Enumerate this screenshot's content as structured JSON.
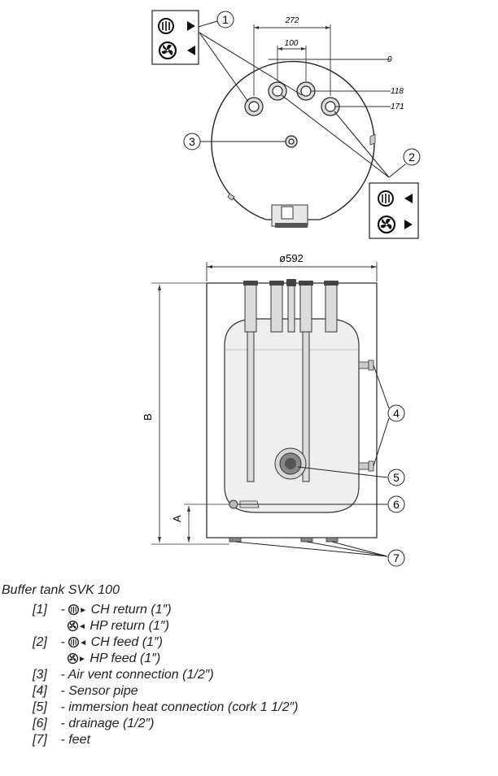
{
  "dimensions": {
    "d272": "272",
    "d100": "100",
    "d0": "0",
    "d118": "118",
    "d171": "171",
    "diameter": "ø592",
    "height_b": "B",
    "height_a": "A"
  },
  "callouts": [
    "1",
    "2",
    "3",
    "4",
    "5",
    "6",
    "7"
  ],
  "legend": {
    "title": "Buffer tank SVK 100",
    "items": [
      {
        "num": "[1]",
        "lines": [
          {
            "arrow": "►",
            "text": "CH return (1″)"
          },
          {
            "arrow": "◄",
            "text": "HP return (1″)"
          }
        ]
      },
      {
        "num": "[2]",
        "lines": [
          {
            "arrow": "◄",
            "text": "CH feed (1″)"
          },
          {
            "arrow": "►",
            "text": "HP feed (1″)"
          }
        ]
      },
      {
        "num": "[3]",
        "text": "Air vent connection (1/2″)"
      },
      {
        "num": "[4]",
        "text": "Sensor pipe"
      },
      {
        "num": "[5]",
        "text": "immersion heat connection (cork 1 1/2″)"
      },
      {
        "num": "[6]",
        "text": "drainage (1/2″)"
      },
      {
        "num": "[7]",
        "text": "feet"
      }
    ]
  },
  "icons": [
    "radiator-icon",
    "fan-icon",
    "arrow-right-icon",
    "arrow-left-icon"
  ]
}
